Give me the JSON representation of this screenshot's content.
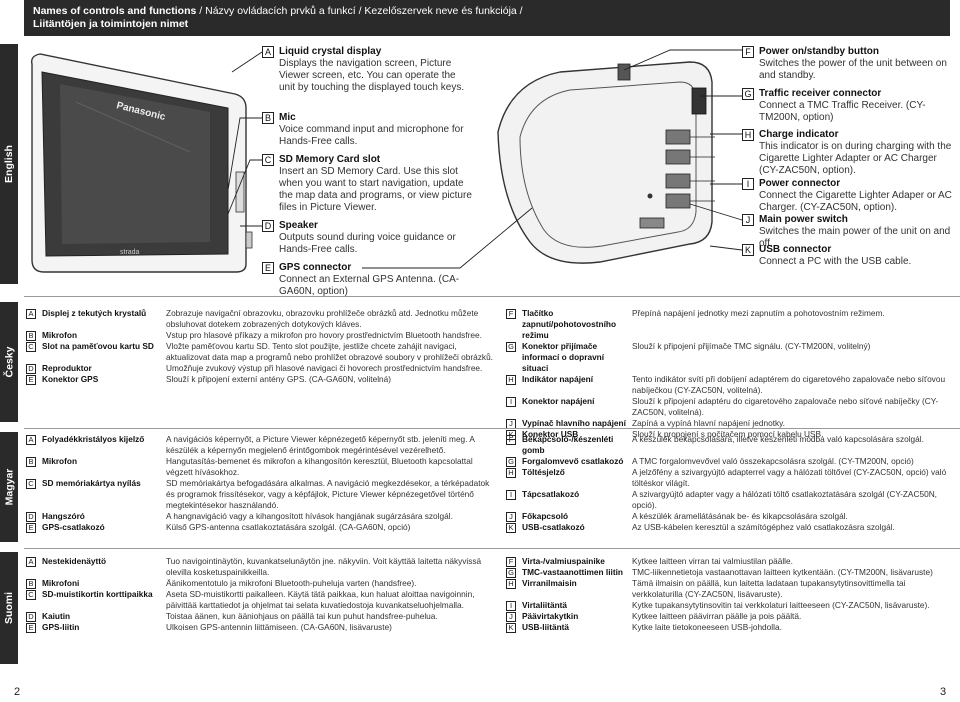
{
  "header": {
    "title_bold": "Names of controls and functions",
    "title_rest": " / Názvy ovládacích prvků a funkcí / Kezelőszervek neve és funkciója /",
    "title_line2": "Liitäntöjen ja toimintojen nimet"
  },
  "languages": {
    "en": "English",
    "cz": "Česky",
    "hu": "Magyar",
    "fi": "Suomi"
  },
  "device": {
    "brand": "Panasonic",
    "model": "strada"
  },
  "english": [
    {
      "letter": "A",
      "title": "Liquid crystal display",
      "desc": "Displays the navigation screen, Picture Viewer screen, etc. You can operate the unit by touching the displayed touch keys."
    },
    {
      "letter": "B",
      "title": "Mic",
      "desc": "Voice command input and microphone for Hands-Free calls."
    },
    {
      "letter": "C",
      "title": "SD Memory Card slot",
      "desc": "Insert an SD Memory Card. Use this slot when you want to start navigation, update the map data and programs, or view picture files in Picture Viewer."
    },
    {
      "letter": "D",
      "title": "Speaker",
      "desc": "Outputs sound during voice guidance or Hands-Free calls."
    },
    {
      "letter": "E",
      "title": "GPS connector",
      "desc": "Connect an External GPS Antenna. (CA-GA60N, option)"
    },
    {
      "letter": "F",
      "title": "Power on/standby button",
      "desc": "Switches the power of the unit between on and standby."
    },
    {
      "letter": "G",
      "title": "Traffic receiver connector",
      "desc": "Connect a TMC Traffic Receiver. (CY-TM200N, option)"
    },
    {
      "letter": "H",
      "title": "Charge indicator",
      "desc": "This indicator is on during charging with the Cigarette Lighter Adapter or AC Charger (CY-ZAC50N, option)."
    },
    {
      "letter": "I",
      "title": "Power connector",
      "desc": "Connect the Cigarette Lighter Adaper or AC Charger. (CY-ZAC50N, option)."
    },
    {
      "letter": "J",
      "title": "Main power switch",
      "desc": "Switches the main power of the unit on and off."
    },
    {
      "letter": "K",
      "title": "USB connector",
      "desc": "Connect a PC with the USB cable."
    }
  ],
  "czech": {
    "left": [
      {
        "letter": "A",
        "name": "Displej z tekutých krystalů",
        "desc": "Zobrazuje navigační obrazovku, obrazovku prohlížeče obrázků atd. Jednotku můžete obsluhovat dotekem zobrazených dotykových kláves."
      },
      {
        "letter": "B",
        "name": "Mikrofon",
        "desc": "Vstup pro hlasové příkazy a mikrofon pro hovory prostřednictvím Bluetooth handsfree."
      },
      {
        "letter": "C",
        "name": "Slot na paměťovou kartu SD",
        "desc": "Vložte paměťovou kartu SD. Tento slot použijte, jestliže chcete zahájit navigaci, aktualizovat data map a programů nebo prohlížet obrazové soubory v prohlížeči obrázků."
      },
      {
        "letter": "D",
        "name": "Reproduktor",
        "desc": "Umožňuje zvukový výstup při hlasové navigaci či hovorech prostřednictvím handsfree."
      },
      {
        "letter": "E",
        "name": "Konektor GPS",
        "desc": "Slouží k připojení externí antény GPS. (CA-GA60N, volitelná)"
      }
    ],
    "right": [
      {
        "letter": "F",
        "name": "Tlačítko zapnutí/pohotovostního režimu",
        "desc": "Přepíná napájení jednotky mezi zapnutím a pohotovostním režimem."
      },
      {
        "letter": "G",
        "name": "Konektor přijímače informací o dopravní situaci",
        "desc": "Slouží k připojení přijímače TMC signálu. (CY-TM200N, volitelný)"
      },
      {
        "letter": "H",
        "name": "Indikátor napájení",
        "desc": "Tento indikátor svítí při dobíjení adaptérem do cigaretového zapalovače nebo síťovou nabíječkou (CY-ZAC50N, volitelná)."
      },
      {
        "letter": "I",
        "name": "Konektor napájení",
        "desc": "Slouží k připojení adaptéru do cigaretového zapalovače nebo síťové nabíječky (CY-ZAC50N, volitelná)."
      },
      {
        "letter": "J",
        "name": "Vypínač hlavního napájení",
        "desc": "Zapíná a vypíná hlavní napájení jednotky."
      },
      {
        "letter": "K",
        "name": "Konektor USB",
        "desc": "Slouží k propojení s počítačem pomocí kabelu USB."
      }
    ]
  },
  "hungarian": {
    "left": [
      {
        "letter": "A",
        "name": "Folyadékkristályos kijelző",
        "desc": "A navigációs képernyőt, a Picture Viewer képnézegető képernyőt stb. jeleníti meg. A készülék a képernyőn megjelenő érintőgombok megérintésével vezérelhető."
      },
      {
        "letter": "B",
        "name": "Mikrofon",
        "desc": "Hangutasítás-bemenet és mikrofon a kihangosítón keresztül, Bluetooth kapcsolattal végzett hívásokhoz."
      },
      {
        "letter": "C",
        "name": "SD memóriakártya nyílás",
        "desc": "SD memóriakártya befogadására alkalmas. A navigáció megkezdésekor, a térképadatok és programok frissítésekor, vagy a képfájlok, Picture Viewer képnézegetővel történő megtekintésekor használandó."
      },
      {
        "letter": "D",
        "name": "Hangszóró",
        "desc": "A hangnavigáció vagy a kihangosított hívások hangjának sugárzására szolgál."
      },
      {
        "letter": "E",
        "name": "GPS-csatlakozó",
        "desc": "Külső GPS-antenna csatlakoztatására szolgál. (CA-GA60N, opció)"
      }
    ],
    "right": [
      {
        "letter": "F",
        "name": "Bekapcsoló-/készenléti gomb",
        "desc": "A készülék bekapcsolására, illetve készenléti módba való kapcsolására szolgál."
      },
      {
        "letter": "G",
        "name": "Forgalomvevő csatlakozó",
        "desc": "A TMC forgalomvevővel való összekapcsolásra szolgál. (CY-TM200N, opció)"
      },
      {
        "letter": "H",
        "name": "Töltésjelző",
        "desc": "A jelzőfény a szivargyújtó adapterrel vagy a hálózati töltővel (CY-ZAC50N, opció) való töltéskor világít."
      },
      {
        "letter": "I",
        "name": "Tápcsatlakozó",
        "desc": "A szivargyújtó adapter vagy a hálózati töltő csatlakoztatására szolgál (CY-ZAC50N, opció)."
      },
      {
        "letter": "J",
        "name": "Főkapcsoló",
        "desc": "A készülék áramellátásának be- és kikapcsolására szolgál."
      },
      {
        "letter": "K",
        "name": "USB-csatlakozó",
        "desc": "Az USB-kábelen keresztül a számítógéphez való csatlakozásra szolgál."
      }
    ]
  },
  "finnish": {
    "left": [
      {
        "letter": "A",
        "name": "Nestekidenäyttö",
        "desc": "Tuo navigointinäytön, kuvankatselunäytön jne. näkyviin. Voit käyttää laitetta näkyvissä olevilla kosketuspainikkeilla."
      },
      {
        "letter": "B",
        "name": "Mikrofoni",
        "desc": "Äänikomentotulo ja mikrofoni Bluetooth-puheluja varten (handsfree)."
      },
      {
        "letter": "C",
        "name": "SD-muistikortin korttipaikka",
        "desc": "Aseta SD-muistikortti paikalleen. Käytä tätä paikkaa, kun haluat aloittaa navigoinnin, päivittää karttatiedot ja ohjelmat tai selata kuvatiedostoja kuvankatseluohjelmalla."
      },
      {
        "letter": "D",
        "name": "Kaiutin",
        "desc": "Toistaa äänen, kun ääniohjaus on päällä tai kun puhut handsfree-puhelua."
      },
      {
        "letter": "E",
        "name": "GPS-liitin",
        "desc": "Ulkoisen GPS-antennin liittämiseen. (CA-GA60N, lisävaruste)"
      }
    ],
    "right": [
      {
        "letter": "F",
        "name": "Virta-/valmiuspainike",
        "desc": "Kytkee laitteen virran tai valmiustilan päälle."
      },
      {
        "letter": "G",
        "name": "TMC-vastaanottimen liitin",
        "desc": "TMC-liikennetietoja vastaanottavan laitteen kytkentään. (CY-TM200N, lisävaruste)"
      },
      {
        "letter": "H",
        "name": "Virranilmaisin",
        "desc": "Tämä ilmaisin on päällä, kun laitetta ladataan tupakansytytinsovittimella tai verkkolaturilla (CY-ZAC50N, lisävaruste)."
      },
      {
        "letter": "I",
        "name": "Virtaliitäntä",
        "desc": "Kytke tupakansytytinsovitin tai verkkolaturi laitteeseen (CY-ZAC50N, lisävaruste)."
      },
      {
        "letter": "J",
        "name": "Päävirtakytkin",
        "desc": "Kytkee laitteen päävirran päälle ja pois päältä."
      },
      {
        "letter": "K",
        "name": "USB-liitäntä",
        "desc": "Kytke laite tietokoneeseen USB-johdolla."
      }
    ]
  },
  "pages": {
    "left": "2",
    "right": "3"
  }
}
